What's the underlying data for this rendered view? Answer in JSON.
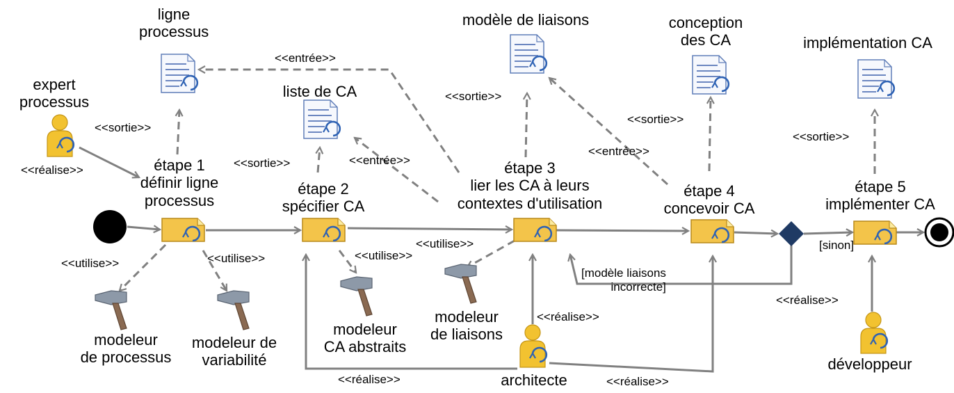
{
  "colors": {
    "arrow": "#808080",
    "task_fill": "#f3c44a",
    "task_fold": "#fbeba0",
    "cycle": "#2e62b4",
    "decision": "#1f3a64",
    "person": "#f2c230",
    "hammer_head": "#7f8c9a",
    "hammer_handle": "#8a6a52",
    "doc_line": "#6b86c0"
  },
  "tasks": {
    "t1": {
      "num": "étape 1",
      "name1": "définir ligne",
      "name2": "processus"
    },
    "t2": {
      "num": "étape 2",
      "name1": "spécifier CA"
    },
    "t3": {
      "num": "étape 3",
      "name1": "lier les CA à leurs",
      "name2": "contextes d'utilisation"
    },
    "t4": {
      "num": "étape 4",
      "name1": "concevoir CA"
    },
    "t5": {
      "num": "étape 5",
      "name1": "implémenter CA"
    }
  },
  "artifacts": {
    "ligne": {
      "l1": "ligne",
      "l2": "processus"
    },
    "liste": {
      "l1": "liste de CA"
    },
    "modele": {
      "l1": "modèle de liaisons"
    },
    "conception": {
      "l1": "conception",
      "l2": "des CA"
    },
    "impl": {
      "l1": "implémentation CA"
    }
  },
  "roles": {
    "expert": {
      "l1": "expert",
      "l2": "processus"
    },
    "architecte": {
      "l1": "architecte"
    },
    "developpeur": {
      "l1": "développeur"
    }
  },
  "tools": {
    "mod_proc": {
      "l1": "modeleur",
      "l2": "de processus"
    },
    "mod_var": {
      "l1": "modeleur de",
      "l2": "variabilité"
    },
    "mod_ca": {
      "l1": "modeleur",
      "l2": "CA abstraits"
    },
    "mod_liais": {
      "l1": "modeleur",
      "l2": "de liaisons"
    }
  },
  "stereotypes": {
    "sortie": "<<sortie>>",
    "entree": "<<entrée>>",
    "utilise": "<<utilise>>",
    "realise": "<<réalise>>"
  },
  "guards": {
    "sinon": "[sinon]",
    "incorrect_l1": "[modèle liaisons",
    "incorrect_l2": "incorrecte]"
  }
}
